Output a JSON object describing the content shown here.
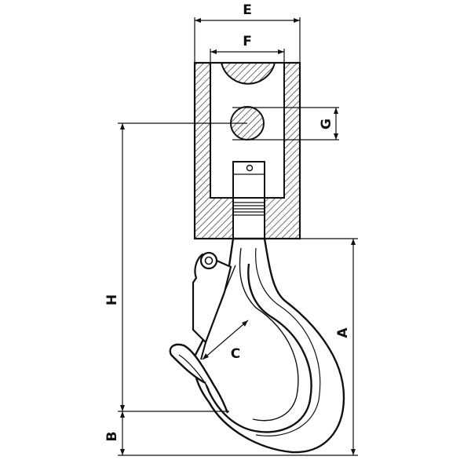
{
  "dimension_labels": {
    "E": "E",
    "F": "F",
    "G": "G",
    "H": "H",
    "A": "A",
    "B": "B",
    "C": "C"
  }
}
